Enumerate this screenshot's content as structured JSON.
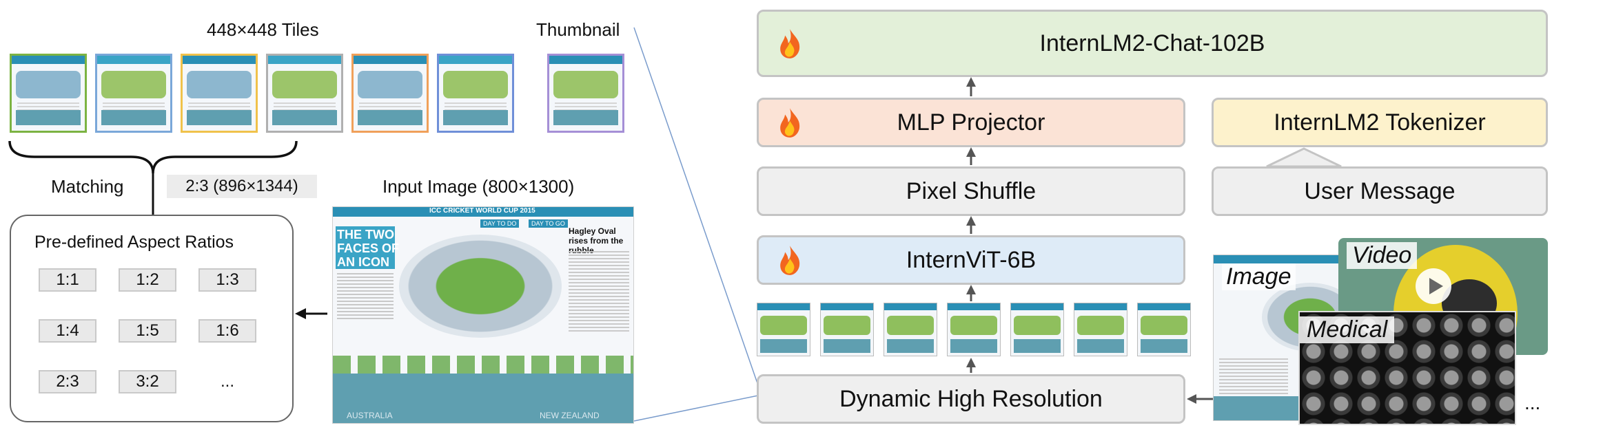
{
  "left": {
    "tiles_label": "448×448 Tiles",
    "thumbnail_label": "Thumbnail",
    "matching_label": "Matching",
    "matched_ratio": "2:3 (896×1344)",
    "input_image_label": "Input Image (800×1300)",
    "aspect_ratios_title": "Pre-defined Aspect Ratios",
    "aspect_ratios": [
      "1:1",
      "1:2",
      "1:3",
      "1:4",
      "1:5",
      "1:6",
      "2:3",
      "3:2",
      "..."
    ],
    "poster": {
      "headline_1": "THE TWO",
      "headline_2": "FACES OF",
      "headline_3": "AN ICON",
      "banner": "ICC CRICKET WORLD CUP 2015",
      "day_tag_1": "DAY TO DO",
      "day_tag_2": "DAY TO GO",
      "side_title": "Hagley Oval rises from the rubble",
      "country_1": "AUSTRALIA",
      "country_2": "NEW ZEALAND"
    },
    "tile_border_colors": [
      "#7cb342",
      "#7aa7d9",
      "#f0c24b",
      "#b0b0b0",
      "#f0a05a",
      "#6f8fd8",
      "#a58fd6"
    ]
  },
  "right": {
    "llm_label": "InternLM2-Chat-102B",
    "projector_label": "MLP Projector",
    "tokenizer_label": "InternLM2 Tokenizer",
    "shuffle_label": "Pixel Shuffle",
    "user_message_label": "User Message",
    "vit_label": "InternViT-6B",
    "dynamic_res_label": "Dynamic High Resolution",
    "modality_image": "Image",
    "modality_video": "Video",
    "modality_medical": "Medical",
    "more_label": "...",
    "colors": {
      "llm": "#e3f0d9",
      "projector": "#fbe3d6",
      "tokenizer": "#fdf2cc",
      "vit": "#deebf7",
      "neutral": "#efefef"
    }
  }
}
